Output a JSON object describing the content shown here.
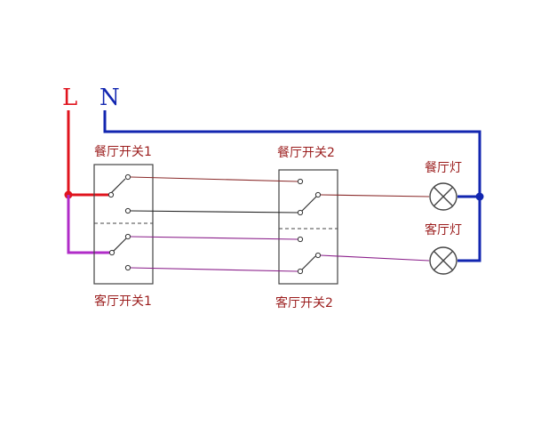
{
  "terminals": {
    "live": "L",
    "neutral": "N"
  },
  "switches": {
    "dining_switch_1": "餐厅开关1",
    "dining_switch_2": "餐厅开关2",
    "living_switch_1": "客厅开关1",
    "living_switch_2": "客厅开关2"
  },
  "lamps": {
    "dining_lamp": "餐厅灯",
    "living_lamp": "客厅灯"
  },
  "colors": {
    "live_wire": "#e0141e",
    "neutral_wire": "#1226b0",
    "living_branch_wire": "#b02cc8",
    "dining_traveler_wire": "#8a2a2a",
    "living_traveler_wire": "#8a1e8a",
    "label_text": "#9b1d1d",
    "switch_box": "#444444"
  }
}
